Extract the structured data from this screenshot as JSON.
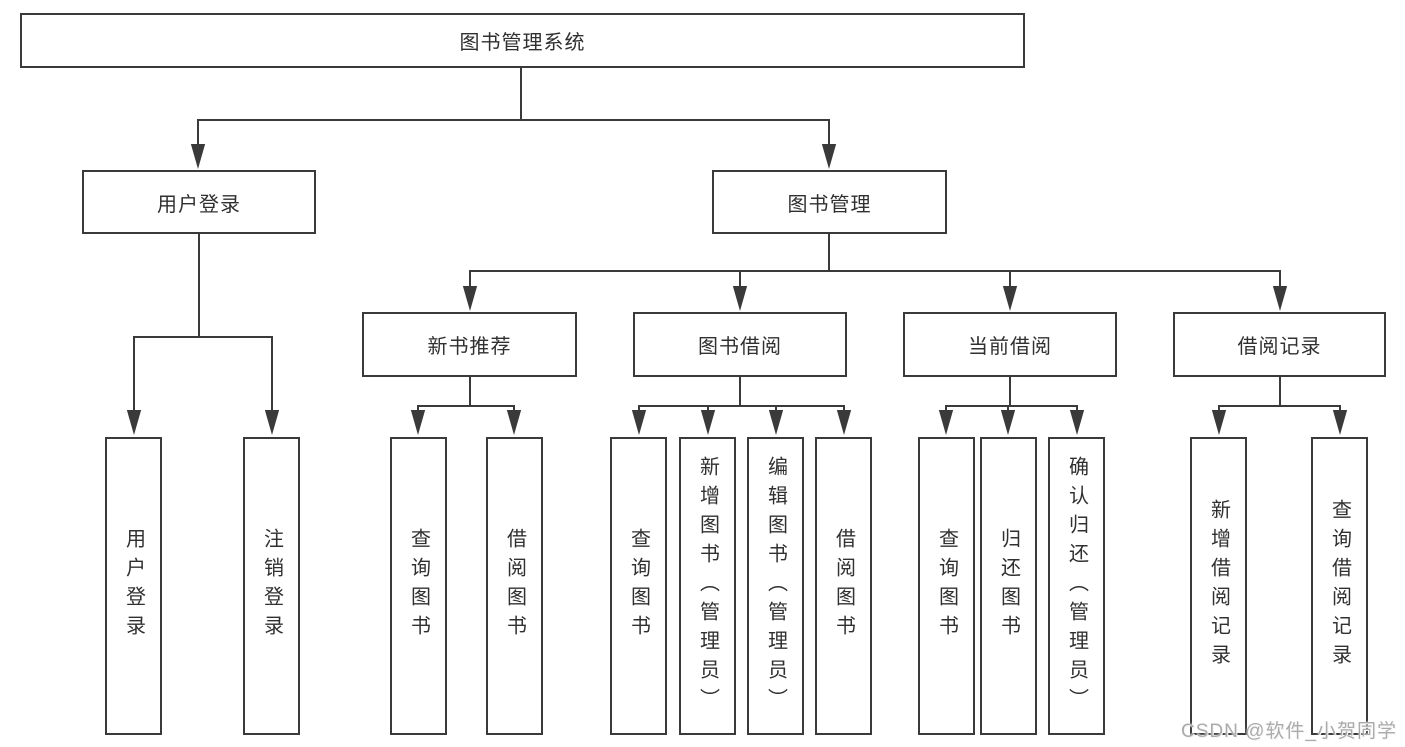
{
  "diagram": {
    "root": {
      "label": "图书管理系统"
    },
    "level2": [
      {
        "label": "用户登录"
      },
      {
        "label": "图书管理"
      }
    ],
    "level3": [
      {
        "label": "新书推荐"
      },
      {
        "label": "图书借阅"
      },
      {
        "label": "当前借阅"
      },
      {
        "label": "借阅记录"
      }
    ],
    "leaves": {
      "user_login": [
        "用户登录",
        "注销登录"
      ],
      "new_book": [
        "查询图书",
        "借阅图书"
      ],
      "book_borrow": [
        "查询图书",
        "新增图书（管理员）",
        "编辑图书（管理员）",
        "借阅图书"
      ],
      "current_borrow": [
        "查询图书",
        "归还图书",
        "确认归还（管理员）"
      ],
      "borrow_record": [
        "新增借阅记录",
        "查询借阅记录"
      ]
    }
  },
  "watermark": {
    "text": "CSDN @软件_小贺同学",
    "color": "#ababab"
  },
  "colors": {
    "line": "#3a3a3a",
    "box_background": "#ffffff",
    "text": "#303030"
  }
}
